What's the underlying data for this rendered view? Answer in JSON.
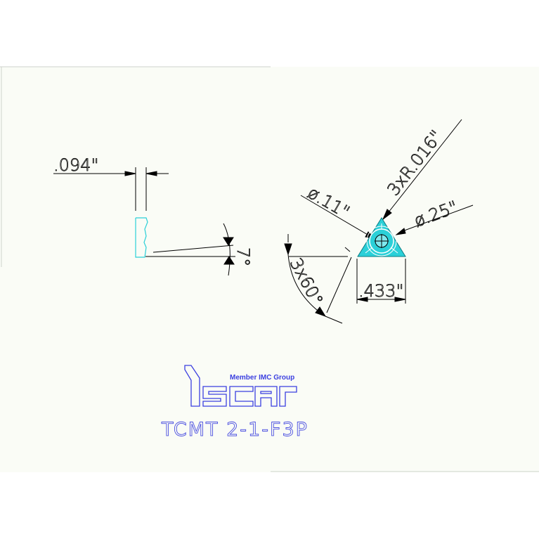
{
  "drawing": {
    "side_view": {
      "thickness_label": ".094\"",
      "clearance_angle_label": "7°"
    },
    "top_view": {
      "corner_radius_label": "3xR.016\"",
      "hole_diameter_label": "ø.11\"",
      "inscribed_circle_label": "ø.25\"",
      "angle_label": "3x60°",
      "edge_length_label": ".433\""
    },
    "logo": {
      "brand": "Iscar",
      "tagline": "Member IMC Group"
    },
    "part_number": "TCMT 2-1-F3P"
  },
  "colors": {
    "background": "#fafcf6",
    "line": "#000000",
    "insert": "#2bd0d8",
    "logo": "#3b3fe0",
    "sheet_border": "#cfd3cc"
  }
}
